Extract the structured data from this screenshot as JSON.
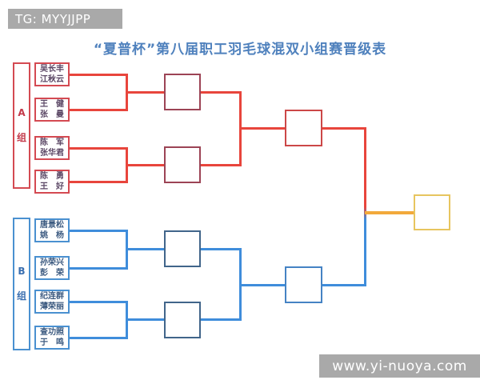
{
  "title": "“夏普杯”第八届职工羽毛球混双小组赛晋级表",
  "watermarks": {
    "top": "TG: MYYJJPP",
    "bottom": "www.yi-nuoya.com"
  },
  "groups": [
    {
      "letter": "A",
      "char": "组",
      "teams": [
        {
          "line1": "吴长丰",
          "line2": "江秋云"
        },
        {
          "line1": "王　健",
          "line2": "张　曼"
        },
        {
          "line1": "陈　军",
          "line2": "张华君"
        },
        {
          "line1": "陈　勇",
          "line2": "王　好"
        }
      ]
    },
    {
      "letter": "B",
      "char": "组",
      "teams": [
        {
          "line1": "唐景松",
          "line2": "姚　杨"
        },
        {
          "line1": "孙荣兴",
          "line2": "彭　荣"
        },
        {
          "line1": "纪连群",
          "line2": "薄荣丽"
        },
        {
          "line1": "查功照",
          "line2": "于　鸣"
        }
      ]
    }
  ],
  "colors": {
    "group_a_line": "#e8453c",
    "group_b_line": "#3f8ddb",
    "final_line": "#f2a93b",
    "champion_box": "#e7c55f",
    "title_text": "#4f81bd",
    "watermark_bg": "#a9a9a9"
  }
}
